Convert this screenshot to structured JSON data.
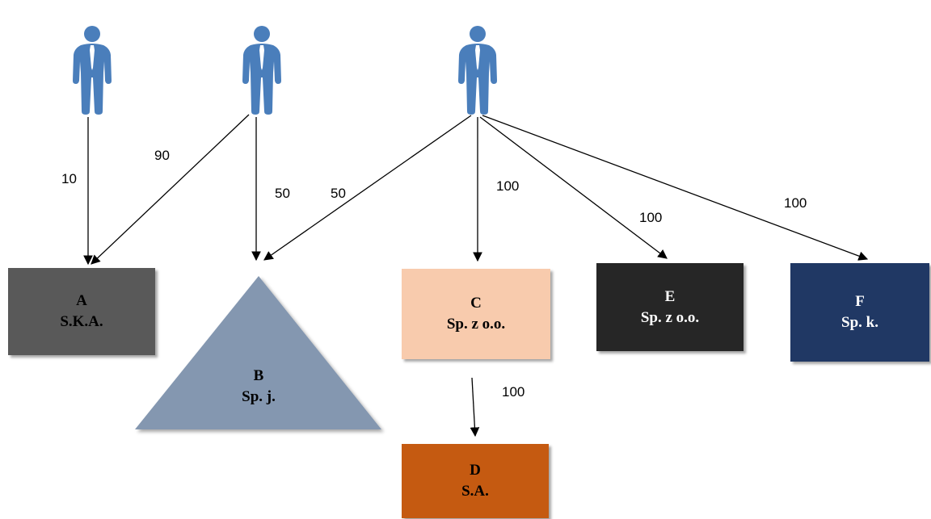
{
  "colors": {
    "person": "#4a7ebb",
    "tie": "#ffffff",
    "arrow": "#000000",
    "entity_a": "#595959",
    "entity_b": "#8497b0",
    "entity_c": "#f8cbad",
    "entity_d": "#c55a11",
    "entity_e": "#262626",
    "entity_f": "#203864"
  },
  "shareholders": [
    {
      "icon": "person-icon"
    },
    {
      "icon": "person-icon"
    },
    {
      "icon": "person-icon"
    }
  ],
  "entities": {
    "a": {
      "letter": "A",
      "form": "S.K.A."
    },
    "b": {
      "letter": "B",
      "form": "Sp. j."
    },
    "c": {
      "letter": "C",
      "form": "Sp. z o.o."
    },
    "d": {
      "letter": "D",
      "form": "S.A."
    },
    "e": {
      "letter": "E",
      "form": "Sp. z o.o."
    },
    "f": {
      "letter": "F",
      "form": "Sp. k."
    }
  },
  "shares": {
    "p1_a": "10",
    "p2_a": "90",
    "p2_b": "50",
    "p3_b": "50",
    "p3_c": "100",
    "p3_e": "100",
    "p3_f": "100",
    "c_d": "100"
  }
}
